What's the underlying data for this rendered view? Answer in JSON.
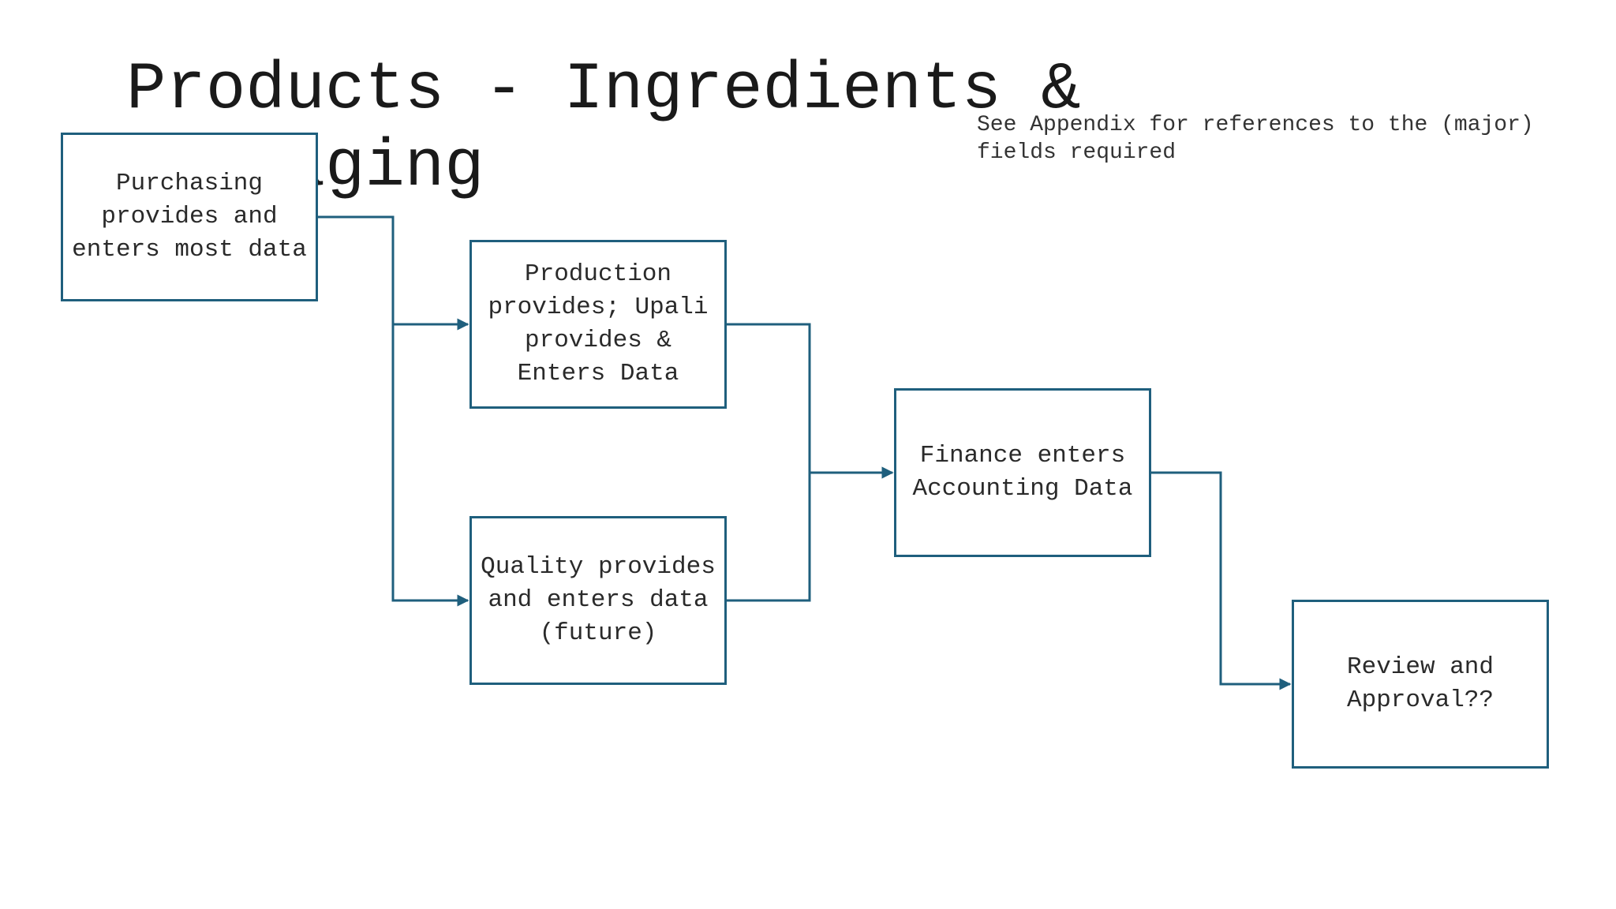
{
  "slide": {
    "title": "Products - Ingredients & Packaging",
    "note": "See Appendix for references to the (major) fields required"
  },
  "colors": {
    "box_border": "#1f5f7d",
    "connector": "#1f5f7d",
    "text": "#222222",
    "background": "#ffffff"
  },
  "nodes": [
    {
      "id": "purchasing",
      "label": "Purchasing provides and enters most data"
    },
    {
      "id": "production",
      "label": "Production provides; Upali provides & Enters Data"
    },
    {
      "id": "quality",
      "label": "Quality provides and enters data (future)"
    },
    {
      "id": "finance",
      "label": "Finance enters Accounting Data"
    },
    {
      "id": "review",
      "label": "Review and Approval??"
    }
  ],
  "edges": [
    {
      "from": "purchasing",
      "to": "production"
    },
    {
      "from": "purchasing",
      "to": "quality"
    },
    {
      "from": "production",
      "to": "finance"
    },
    {
      "from": "quality",
      "to": "finance"
    },
    {
      "from": "finance",
      "to": "review"
    }
  ]
}
